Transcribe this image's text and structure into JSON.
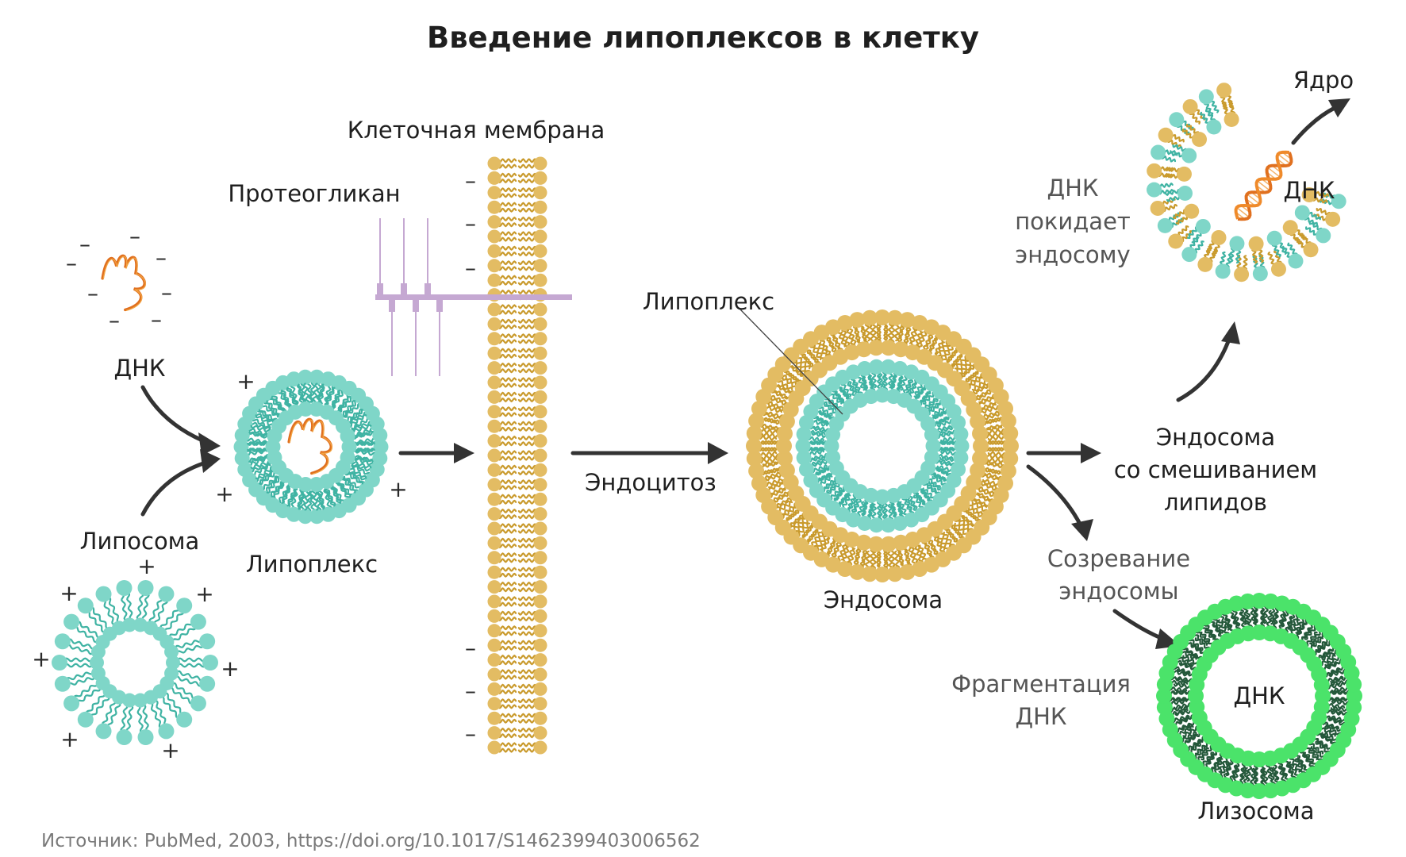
{
  "title": "Введение липоплексов в клетку",
  "source": "Источник: PubMed, 2003, https://doi.org/10.1017/S1462399403006562",
  "labels": {
    "dna_free": "ДНК",
    "liposome": "Липосома",
    "lipoplex": "Липоплекс",
    "cell_membrane": "Клеточная мембрана",
    "proteoglycan": "Протеогликан",
    "endocytosis": "Эндоцитоз",
    "lipoplex_inside": "Липоплекс",
    "endosome": "Эндосома",
    "endosome_mixing": [
      "Эндосома",
      "со смешиванием",
      "липидов"
    ],
    "dna_leaves": [
      "ДНК",
      "покидает",
      "эндосому"
    ],
    "dna_released": "ДНК",
    "nucleus": "Ядро",
    "endosome_maturation": [
      "Созревание",
      "эндосомы"
    ],
    "dna_fragmentation": [
      "Фрагментация",
      "ДНК"
    ],
    "dna_in_lysosome": "ДНК",
    "lysosome": "Лизосома"
  },
  "charges": {
    "negative": "–",
    "positive": "+"
  },
  "colors": {
    "cationic_lipid": "#7fd6c8",
    "cationic_tail": "#3fb3a3",
    "cell_lipid": "#e3bc63",
    "cell_tail": "#c99a2c",
    "lysosome_lipid": "#4be36a",
    "lysosome_tail": "#24583a",
    "dna": "#e0701f",
    "proteoglycan": "#c5a8d2",
    "arrow": "#333333"
  }
}
